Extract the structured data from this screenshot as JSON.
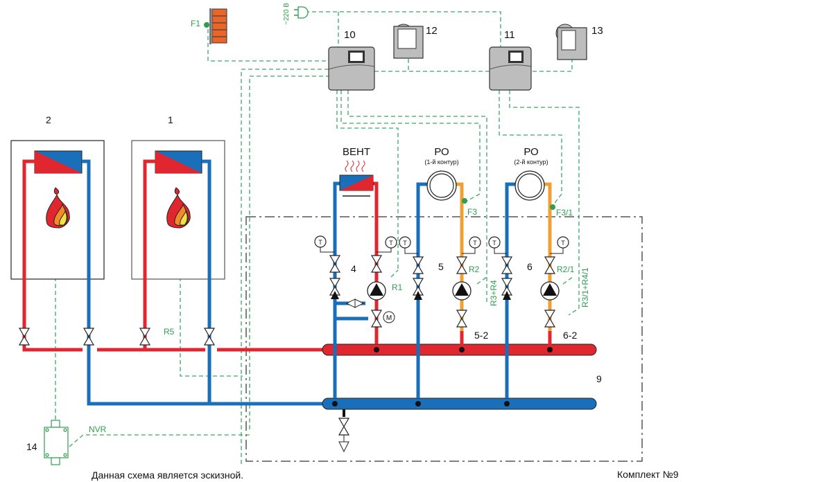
{
  "diagram": {
    "title": "Heating system schematic",
    "kit_label": "Комплект №9",
    "note": "Данная схема является эскизной.",
    "power_label": "~220 В",
    "components": {
      "boiler_2": "2",
      "boiler_1": "1",
      "controller_10": "10",
      "controller_11": "11",
      "room_unit_12": "12",
      "room_unit_13": "13",
      "manifold_9": "9",
      "junction_box_14": "14",
      "circuit_4": "4",
      "circuit_5": "5",
      "circuit_6": "6",
      "circuit_5_2": "5-2",
      "circuit_6_2": "6-2"
    },
    "consumers": {
      "vent": {
        "title": "ВЕНТ"
      },
      "ro1": {
        "title": "РО",
        "subtitle": "(1-й контур)"
      },
      "ro2": {
        "title": "РО",
        "subtitle": "(2-й контур)"
      }
    },
    "sensors": {
      "f1": "F1",
      "f3": "F3",
      "f3_1": "F3/1",
      "r1": "R1",
      "r2": "R2",
      "r2_1": "R2/1",
      "r3_r4": "R3+R4",
      "r3_1_r4_1": "R3/1+R4/1",
      "r5": "R5",
      "nvr": "NVR"
    },
    "symbols": {
      "thermometer": "T",
      "motor": "M"
    },
    "colors": {
      "supply": "#e0262e",
      "return": "#1a6fba",
      "circuit_supply": "#f0a033",
      "wiring": "#3aa86a",
      "device": "#bdbdbd"
    }
  }
}
